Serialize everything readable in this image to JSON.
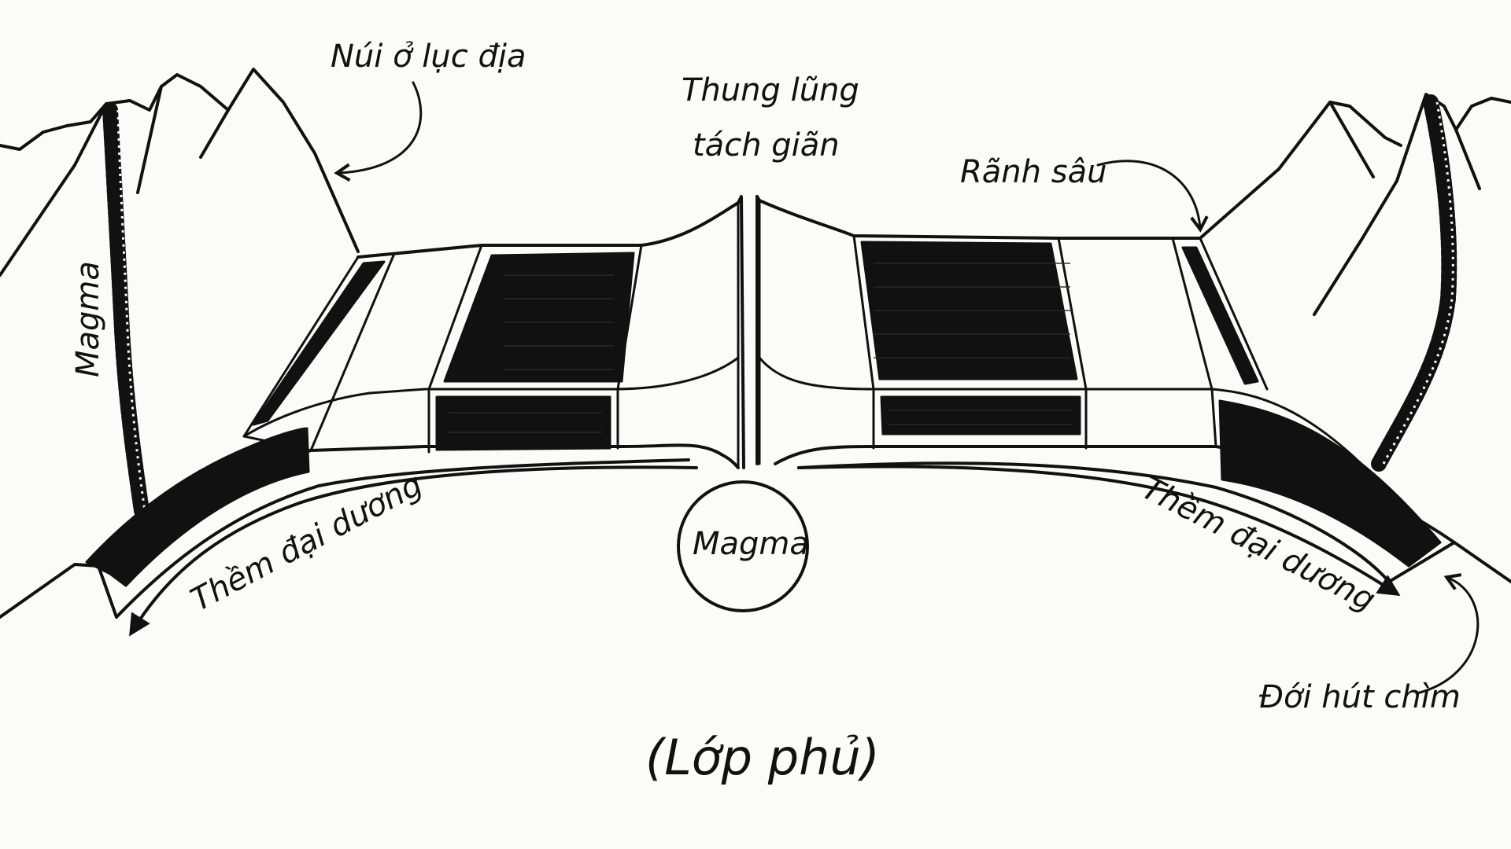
{
  "labels": {
    "continental_mountain": "Núi ở lục địa",
    "rift_valley_line1": "Thung lũng",
    "rift_valley_line2": "tách giãn",
    "trench": "Rãnh sâu",
    "magma_left": "Magma",
    "magma_center": "Magma",
    "ocean_floor_left": "Thềm đại dương",
    "ocean_floor_right": "Thềm đại dương",
    "subduction_zone": "Đới hút chìm",
    "mantle": "(Lớp phủ)"
  },
  "colors": {
    "ink": "#111111",
    "background": "#fbfbfa",
    "stripe_dark": "#111111",
    "stripe_light": "#fbfbfa"
  }
}
